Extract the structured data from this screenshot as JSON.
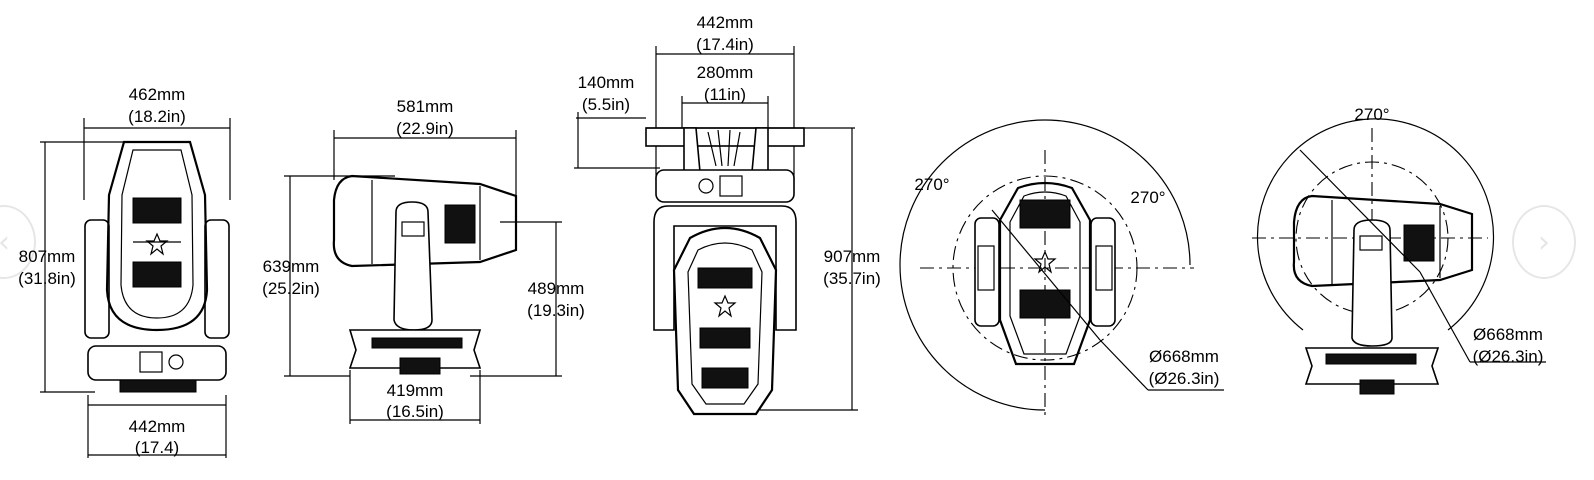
{
  "dims": {
    "front_width_mm": "462mm",
    "front_width_in": "(18.2in)",
    "front_height_mm": "807mm",
    "front_height_in": "(31.8in)",
    "front_base_mm": "442mm",
    "front_base_in": "(17.4)",
    "side_top_mm": "581mm",
    "side_top_in": "(22.9in)",
    "side_left_mm": "639mm",
    "side_left_in": "(25.2in)",
    "side_right_mm": "489mm",
    "side_right_in": "(19.3in)",
    "side_base_mm": "419mm",
    "side_base_in": "(16.5in)",
    "top_442_mm": "442mm",
    "top_442_in": "(17.4in)",
    "top_280_mm": "280mm",
    "top_280_in": "(11in)",
    "top_140_mm": "140mm",
    "top_140_in": "(5.5in)",
    "top_907_mm": "907mm",
    "top_907_in": "(35.7in)",
    "round_angle_left": "270°",
    "round_angle_right": "270°",
    "round_diam_mm": "Ø668mm",
    "round_diam_in": "(Ø26.3in)",
    "side2_angle": "270°",
    "side2_diam_mm": "Ø668mm",
    "side2_diam_in": "(Ø26.3in)"
  },
  "nav": {
    "prev_icon": "chevron-left-icon",
    "next_icon": "chevron-right-icon",
    "prev_glyph": "‹",
    "next_glyph": "›"
  }
}
